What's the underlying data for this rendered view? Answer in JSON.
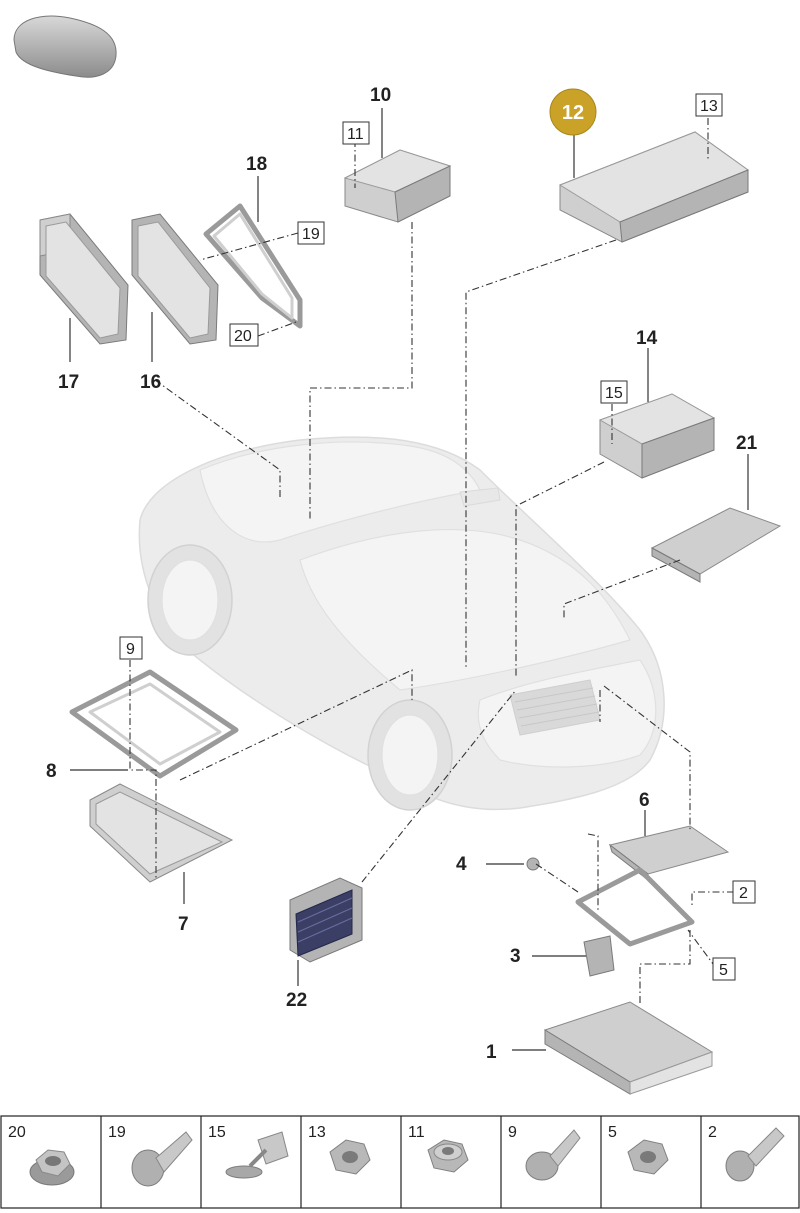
{
  "callouts": {
    "c1": "1",
    "c2": "2",
    "c3": "3",
    "c4": "4",
    "c5": "5",
    "c6": "6",
    "c7": "7",
    "c8": "8",
    "c9": "9",
    "c10": "10",
    "c11": "11",
    "c12": "12",
    "c13": "13",
    "c14": "14",
    "c15": "15",
    "c16": "16",
    "c17": "17",
    "c18": "18",
    "c19": "19",
    "c20": "20",
    "c21": "21",
    "c22": "22"
  },
  "highlight": {
    "label": "12",
    "color": "#c9a227"
  },
  "fastener_table": {
    "cells": [
      {
        "label": "20",
        "icon": "hex-nut-flange-icon"
      },
      {
        "label": "19",
        "icon": "pan-head-bolt-icon"
      },
      {
        "label": "15",
        "icon": "expansion-rivet-icon"
      },
      {
        "label": "13",
        "icon": "hex-nut-icon"
      },
      {
        "label": "11",
        "icon": "hex-nut-collar-icon"
      },
      {
        "label": "9",
        "icon": "flange-bolt-icon"
      },
      {
        "label": "5",
        "icon": "hex-nut-icon"
      },
      {
        "label": "2",
        "icon": "torx-bolt-icon"
      }
    ]
  },
  "colors": {
    "part": "#cfcfcf",
    "car": "#ececec",
    "line": "#333333"
  }
}
